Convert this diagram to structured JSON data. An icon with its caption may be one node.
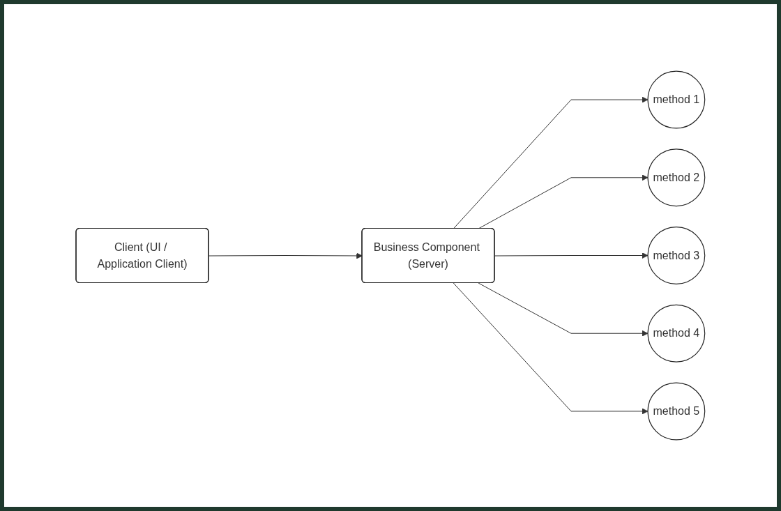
{
  "diagram": {
    "nodes": [
      {
        "text": [
          "Client (UI / Application Client)"
        ]
      },
      {
        "text": [
          "Business Component (Server)"
        ]
      },
      {
        "text": [
          "method 1"
        ]
      },
      {
        "text": [
          "method 2"
        ]
      },
      {
        "text": [
          "method 3"
        ]
      },
      {
        "text": [
          "method 4"
        ]
      },
      {
        "text": [
          "method 5"
        ]
      }
    ],
    "edges": [
      {
        "from": 0,
        "to": 1,
        "arrow": "to"
      },
      {
        "from": 1,
        "to": 2,
        "arrow": "to"
      },
      {
        "from": 1,
        "to": 3,
        "arrow": "to"
      },
      {
        "from": 1,
        "to": 4,
        "arrow": "to"
      },
      {
        "from": 1,
        "to": 5,
        "arrow": "to"
      },
      {
        "from": 1,
        "to": 6,
        "arrow": "to"
      }
    ]
  }
}
